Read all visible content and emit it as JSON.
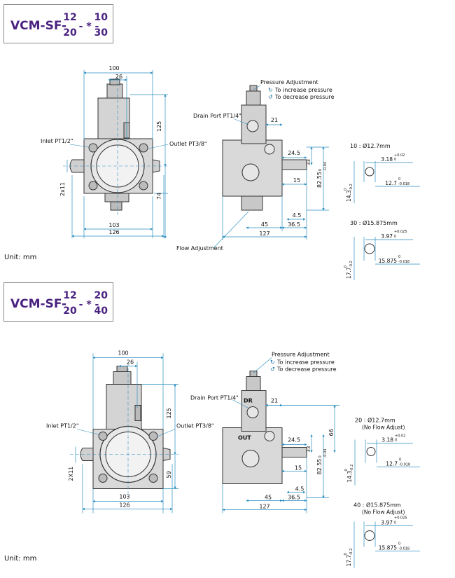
{
  "section1": {
    "model": {
      "prefix": "VCM-SF-",
      "frac_top": "12",
      "frac_bottom": "20",
      "sep": "- * -",
      "opt_top": "10",
      "opt_bottom": "30"
    },
    "dims": {
      "top_width": "100",
      "center": "26",
      "height_top": "125",
      "height_bot": "74",
      "mount_top": "103",
      "mount_bot": "126",
      "slot": "2x11",
      "side_21": "21",
      "side_245": "24.5",
      "side_33": "33",
      "side_15": "15",
      "side_8255": "82.55",
      "tol_0": "0",
      "tol_neg": "-0.04",
      "side_45a": "4.5",
      "side_45": "45",
      "side_365": "36.5",
      "side_127": "127"
    },
    "labels": {
      "inlet": "Inlet PT1/2\"",
      "outlet": "Outlet PT3/8\"",
      "drain": "Drain Port PT1/4\"",
      "pressure": "Pressure Adjustment",
      "increase": "To increase pressure",
      "decrease": "To decrease pressure",
      "flow": "Flow Adjustment"
    },
    "shaft_a": {
      "title": "10 : Ø12.7mm",
      "key": "3.18",
      "key_tol_top": "+0.02",
      "key_tol_bot": "0",
      "depth": "12.7",
      "depth_tol_top": "0",
      "depth_tol_bot": "-0.018",
      "vert": "14.3",
      "vert_tol_top": "0",
      "vert_tol_bot": "-0.2"
    },
    "shaft_b": {
      "title": "30 : Ø15.875mm",
      "key": "3.97",
      "key_tol_top": "+0.025",
      "key_tol_bot": "0",
      "depth": "15.875",
      "depth_tol_top": "0",
      "depth_tol_bot": "-0.018",
      "vert": "17.7",
      "vert_tol_top": "0",
      "vert_tol_bot": "-0.2"
    },
    "unit": "Unit: mm"
  },
  "section2": {
    "model": {
      "prefix": "VCM-SF-",
      "frac_top": "12",
      "frac_bottom": "20",
      "sep": "- * -",
      "opt_top": "20",
      "opt_bottom": "40"
    },
    "dims": {
      "top_width": "100",
      "center": "26",
      "height_top": "125",
      "height_bot": "59",
      "mount_top": "103",
      "mount_bot": "126",
      "slot": "2X11",
      "side_21": "21",
      "side_245": "24.5",
      "side_33": "33",
      "side_15": "15",
      "side_8255": "82.55",
      "tol_0": "0",
      "tol_neg": "-0.04",
      "side_66": "66",
      "side_45a": "4.5",
      "side_45": "45",
      "side_365": "36.5",
      "side_127": "127"
    },
    "labels": {
      "inlet": "Inlet PT1/2\"",
      "outlet": "Outlet PT3/8\"",
      "drain": "Drain Port PT1/4\"",
      "pressure": "Pressure Adjustment",
      "increase": "To increase pressure",
      "decrease": "To decrease pressure",
      "dr": "DR",
      "out": "OUT"
    },
    "shaft_a": {
      "title": "20 : Ø12.7mm",
      "sub": "(No Flow Adjust)",
      "key": "3.18",
      "key_tol_top": "+0.02",
      "key_tol_bot": "0",
      "depth": "12.7",
      "depth_tol_top": "0",
      "depth_tol_bot": "-0.018",
      "vert": "14.3",
      "vert_tol_top": "0",
      "vert_tol_bot": "-0.2"
    },
    "shaft_b": {
      "title": "40 : Ø15.875mm",
      "sub": "(No Flow Adjust)",
      "key": "3.97",
      "key_tol_top": "+0.025",
      "key_tol_bot": "0",
      "depth": "15.875",
      "depth_tol_top": "0",
      "depth_tol_bot": "-0.018",
      "vert": "17.7",
      "vert_tol_top": "0",
      "vert_tol_bot": "-0.2"
    },
    "unit": "Unit: mm"
  },
  "colors": {
    "title": "#4a2280",
    "dim": "#2a8ec0",
    "body": "#d9d9d9",
    "outline": "#333333"
  }
}
